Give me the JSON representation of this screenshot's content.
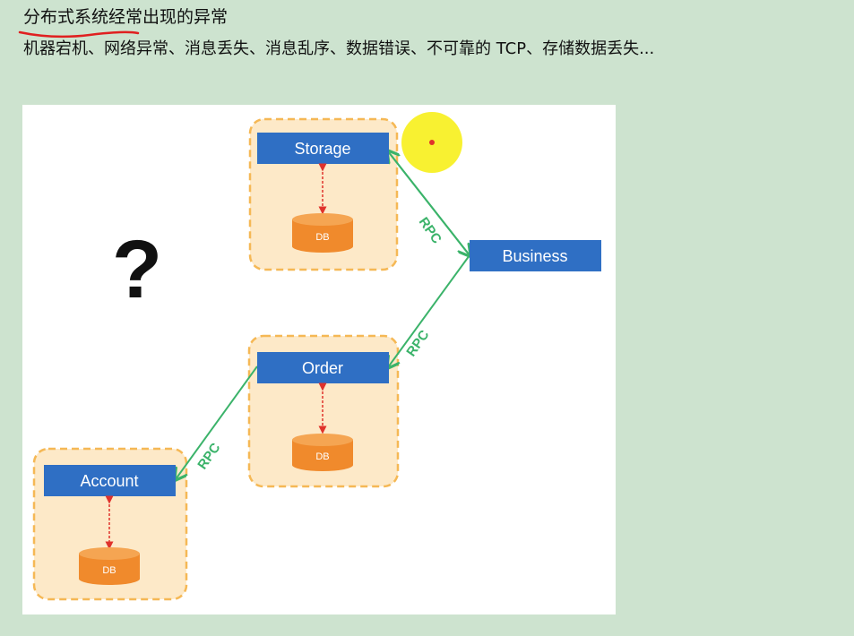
{
  "header": {
    "title": "分布式系统经常出现的异常",
    "subtitle": "机器宕机、网络异常、消息丢失、消息乱序、数据错误、不可靠的 TCP、存储数据丢失..."
  },
  "diagram": {
    "services": {
      "storage": "Storage",
      "order": "Order",
      "account": "Account",
      "business": "Business"
    },
    "db_label": "DB",
    "rpc_label": "RPC",
    "question_mark": "?"
  },
  "colors": {
    "page_bg": "#cde3cf",
    "service_box": "#2f6fc4",
    "db_cylinder": "#f08a2c",
    "group_fill": "#fde9c8",
    "group_border": "#f5b855",
    "rpc_line": "#3bb36a",
    "db_link": "#e0322b",
    "cursor_highlight": "#f7ef1b"
  }
}
